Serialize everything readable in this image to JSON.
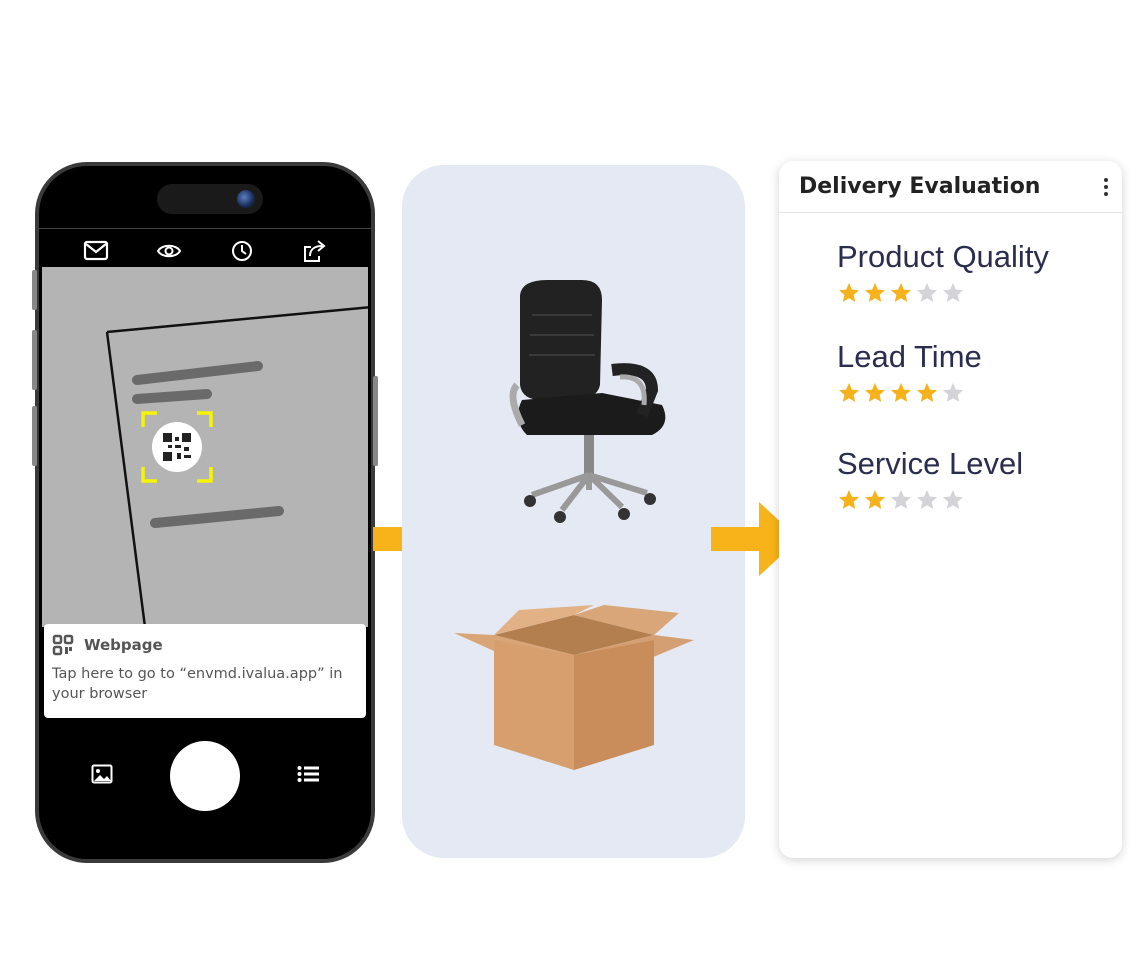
{
  "phone": {
    "top_icons": [
      "mail-icon",
      "eye-icon",
      "clock-icon",
      "share-icon"
    ],
    "notice": {
      "title": "Webpage",
      "text": "Tap here to go to “envmd.ivalua.app” in your browser",
      "icon": "qr-code-icon"
    },
    "bottom_icons": [
      "gallery-icon",
      "shutter-button",
      "list-icon"
    ]
  },
  "colors": {
    "arrow": "#f7b319",
    "star_on": "#f5b21b",
    "star_off": "#d3d3d8",
    "panel": "#e4e9f3",
    "scan_frame": "#f5f500"
  },
  "evaluation": {
    "title": "Delivery Evaluation",
    "max_stars": 5,
    "metrics": [
      {
        "label": "Product Quality",
        "rating": 3
      },
      {
        "label": "Lead Time",
        "rating": 4
      },
      {
        "label": "Service Level",
        "rating": 2
      }
    ]
  }
}
